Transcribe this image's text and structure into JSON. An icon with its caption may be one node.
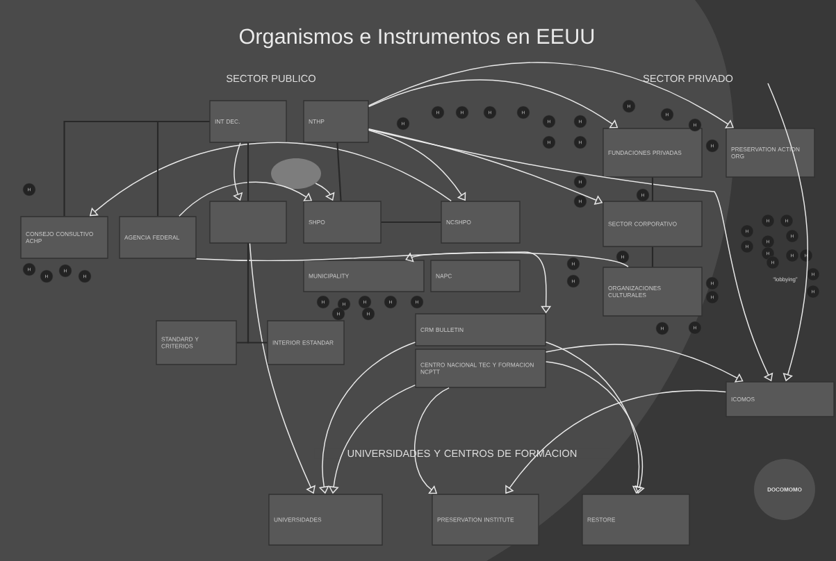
{
  "diagram": {
    "title": "Organismos e Instrumentos en EEUU",
    "nodes": [
      {
        "text": [
          "INT DEC."
        ]
      },
      {
        "text": [
          "NTHP"
        ]
      },
      {
        "text": [],
        "shape": "oval"
      },
      {
        "text": [
          "CONSEJO CONSULTIVO ACHP"
        ]
      },
      {
        "text": [
          "AGENCIA FEDERAL"
        ]
      },
      {
        "text": [],
        "shape": "box"
      },
      {
        "text": [
          "SHPO"
        ]
      },
      {
        "text": [
          "NCSHPO"
        ]
      },
      {
        "text": [
          "MUNICIPALITY"
        ]
      },
      {
        "text": [
          "NAPC"
        ]
      },
      {
        "text": [
          "STANDARD Y CRITERIOS"
        ]
      },
      {
        "text": [
          "INTERIOR ESTANDAR"
        ]
      },
      {
        "text": [
          "CRM BULLETIN"
        ]
      },
      {
        "text": [
          "CENTRO NACIONAL TEC Y FORMACION NCPTT"
        ]
      },
      {
        "text": [
          "FUNDACIONES PRIVADAS"
        ]
      },
      {
        "text": [
          "PRESERVATION ACTION ORG"
        ]
      },
      {
        "text": [
          "SECTOR CORPORATIVO"
        ]
      },
      {
        "text": [
          "ORGANIZACIONES CULTURALES"
        ]
      },
      {
        "text": [
          "ICOMOS"
        ]
      },
      {
        "text": [
          "DOCOMOMO"
        ]
      },
      {
        "text": [
          "UNIVERSIDADES"
        ]
      },
      {
        "text": [
          "PRESERVATION INSTITUTE"
        ]
      },
      {
        "text": [
          "RESTORE"
        ]
      },
      {
        "text": [
          "H"
        ]
      },
      {
        "text": [
          "H"
        ]
      },
      {
        "text": [
          "H"
        ]
      },
      {
        "text": [
          "H"
        ]
      },
      {
        "text": [
          "H"
        ]
      },
      {
        "text": [
          "H"
        ]
      },
      {
        "text": [
          "H"
        ]
      },
      {
        "text": [
          "H"
        ]
      },
      {
        "text": [
          "H"
        ]
      },
      {
        "text": [
          "H"
        ]
      },
      {
        "text": [
          "H"
        ]
      },
      {
        "text": [
          "H"
        ]
      },
      {
        "text": [
          "H"
        ]
      },
      {
        "text": [
          "H"
        ]
      },
      {
        "text": [
          "H"
        ]
      },
      {
        "text": [
          "H"
        ]
      },
      {
        "text": [
          "H"
        ]
      },
      {
        "text": [
          "H"
        ]
      },
      {
        "text": [
          "H"
        ]
      },
      {
        "text": [
          "H"
        ]
      },
      {
        "text": [
          "H"
        ]
      },
      {
        "text": [
          "H"
        ]
      },
      {
        "text": [
          "H"
        ]
      },
      {
        "text": [
          "H"
        ]
      },
      {
        "text": [
          "H"
        ]
      },
      {
        "text": [
          "H"
        ]
      },
      {
        "text": [
          "H"
        ]
      },
      {
        "text": [
          "H"
        ]
      },
      {
        "text": [
          "H"
        ]
      },
      {
        "text": [
          "H"
        ]
      },
      {
        "text": [
          "H"
        ]
      },
      {
        "text": [
          "H"
        ]
      },
      {
        "text": [
          "H"
        ]
      },
      {
        "text": [
          "H"
        ]
      },
      {
        "text": [
          "H"
        ]
      },
      {
        "text": [
          "H"
        ]
      },
      {
        "text": [
          "H"
        ]
      },
      {
        "text": [
          "H"
        ]
      },
      {
        "text": [
          "H"
        ]
      },
      {
        "text": [
          "H"
        ]
      },
      {
        "text": [
          "H"
        ]
      },
      {
        "text": [
          "H"
        ]
      },
      {
        "text": [
          "H"
        ]
      },
      {
        "text": [
          "H"
        ]
      },
      {
        "text": [
          "H"
        ]
      },
      {
        "text": [
          "H"
        ]
      },
      {
        "text": [
          "H"
        ]
      }
    ],
    "edges": [
      {
        "from": 1,
        "to": 14,
        "arrow": "to"
      },
      {
        "from": 1,
        "to": 15,
        "arrow": "to"
      },
      {
        "from": 1,
        "to": 16,
        "arrow": "to"
      },
      {
        "from": 1,
        "to": 7,
        "arrow": "to"
      },
      {
        "from": 0,
        "to": 5,
        "arrow": "to"
      },
      {
        "from": 2,
        "to": 6,
        "arrow": "to"
      },
      {
        "from": 7,
        "to": 3,
        "arrow": "to"
      },
      {
        "from": 4,
        "to": 6,
        "arrow": "to"
      },
      {
        "from": 17,
        "to": 8,
        "arrow": "to"
      },
      {
        "from": 4,
        "to": 12,
        "arrow": "to"
      },
      {
        "from": 5,
        "to": 20,
        "arrow": "to"
      },
      {
        "from": 1,
        "to": 18,
        "arrow": "to"
      },
      {
        "from": null,
        "to": 18,
        "arrow": "to"
      },
      {
        "from": 12,
        "to": 20,
        "arrow": "to"
      },
      {
        "from": 13,
        "to": 20,
        "arrow": "to"
      },
      {
        "from": 13,
        "to": 21,
        "arrow": "to"
      },
      {
        "from": 13,
        "to": 22,
        "arrow": "to"
      },
      {
        "from": 12,
        "to": 22,
        "arrow": "to"
      },
      {
        "from": 13,
        "to": 18,
        "arrow": "to"
      },
      {
        "from": 18,
        "to": 21,
        "arrow": "to"
      },
      {
        "from": 0,
        "to": 3,
        "arrow": "none",
        "color": "#282828"
      },
      {
        "from": 0,
        "to": 4,
        "arrow": "none",
        "color": "#282828"
      },
      {
        "from": 0,
        "to": 5,
        "arrow": "none",
        "color": "#282828"
      },
      {
        "from": 1,
        "to": 6,
        "arrow": "none",
        "color": "#282828"
      },
      {
        "from": 6,
        "to": 7,
        "arrow": "none",
        "color": "#282828"
      },
      {
        "from": 14,
        "to": 16,
        "arrow": "none",
        "color": "#282828"
      },
      {
        "from": 16,
        "to": 17,
        "arrow": "none",
        "color": "#282828"
      },
      {
        "from": 5,
        "to": 10,
        "arrow": "none",
        "color": "#282828"
      },
      {
        "from": 5,
        "to": 11,
        "arrow": "none",
        "color": "#282828"
      }
    ],
    "labels": [
      "SECTOR PUBLICO",
      "SECTOR PRIVADO",
      "UNIVERSIDADES Y CENTROS DE FORMACION",
      "“lobbying”"
    ]
  }
}
